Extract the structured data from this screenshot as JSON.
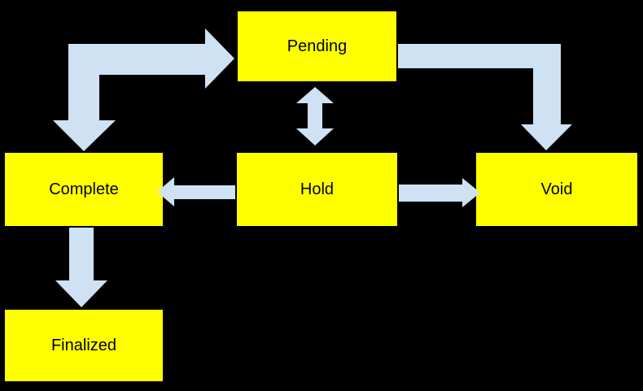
{
  "diagram": {
    "type": "flowchart",
    "nodes": [
      {
        "id": "pending",
        "label": "Pending"
      },
      {
        "id": "complete",
        "label": "Complete"
      },
      {
        "id": "hold",
        "label": "Hold"
      },
      {
        "id": "void",
        "label": "Void"
      },
      {
        "id": "finalized",
        "label": "Finalized"
      }
    ],
    "edges": [
      {
        "from": "pending",
        "to": "complete",
        "bidirectional": true,
        "shape": "elbow"
      },
      {
        "from": "pending",
        "to": "hold",
        "bidirectional": true,
        "shape": "straight"
      },
      {
        "from": "pending",
        "to": "void",
        "bidirectional": false,
        "shape": "elbow"
      },
      {
        "from": "hold",
        "to": "complete",
        "bidirectional": false,
        "shape": "straight"
      },
      {
        "from": "hold",
        "to": "void",
        "bidirectional": false,
        "shape": "straight"
      },
      {
        "from": "complete",
        "to": "finalized",
        "bidirectional": false,
        "shape": "straight"
      }
    ]
  },
  "theme": {
    "background": "#000000",
    "node_fill": "#ffff00",
    "node_border": "#000000",
    "arrow_fill": "#cfe2f3",
    "text_color": "#000000"
  }
}
